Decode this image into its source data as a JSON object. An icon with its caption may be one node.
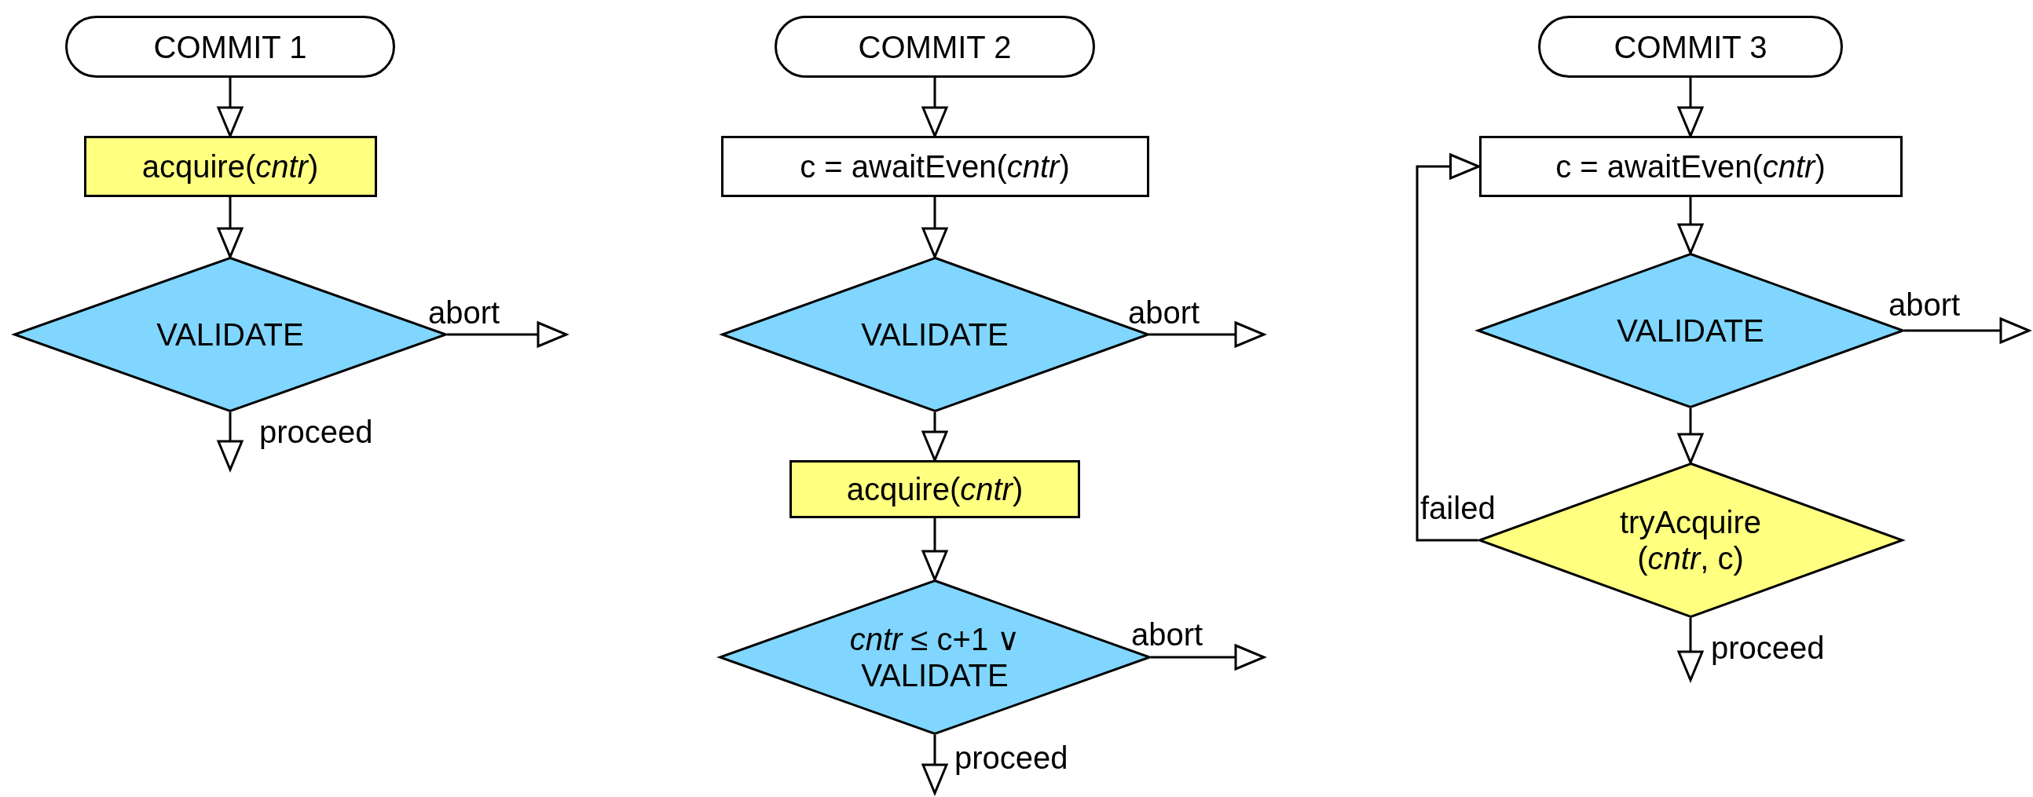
{
  "diagram": {
    "nodes": [
      {
        "text": [
          "COMMIT 1"
        ]
      },
      {
        "text": [
          "acquire(*cntr*)"
        ]
      },
      {
        "text": [
          "VALIDATE"
        ]
      },
      {
        "text": [
          "COMMIT 2"
        ]
      },
      {
        "text": [
          "c = awaitEven(*cntr*)"
        ]
      },
      {
        "text": [
          "VALIDATE"
        ]
      },
      {
        "text": [
          "acquire(*cntr*)"
        ]
      },
      {
        "text": [
          "*cntr* ≤ c+1 ∨ VALIDATE"
        ]
      },
      {
        "text": [
          "COMMIT 3"
        ]
      },
      {
        "text": [
          "c = awaitEven(*cntr*)"
        ]
      },
      {
        "text": [
          "VALIDATE"
        ]
      },
      {
        "text": [
          "tryAcquire (*cntr*, c)"
        ]
      }
    ],
    "edges": [
      {
        "from": 0,
        "to": 1,
        "arrow": "to"
      },
      {
        "from": 1,
        "to": 2,
        "arrow": "to"
      },
      {
        "from": 2,
        "to": null,
        "arrow": "to",
        "label": "abort"
      },
      {
        "from": 2,
        "to": null,
        "arrow": "to",
        "label": "proceed"
      },
      {
        "from": 3,
        "to": 4,
        "arrow": "to"
      },
      {
        "from": 4,
        "to": 5,
        "arrow": "to"
      },
      {
        "from": 5,
        "to": null,
        "arrow": "to",
        "label": "abort"
      },
      {
        "from": 5,
        "to": 6,
        "arrow": "to"
      },
      {
        "from": 6,
        "to": 7,
        "arrow": "to"
      },
      {
        "from": 7,
        "to": null,
        "arrow": "to",
        "label": "abort"
      },
      {
        "from": 7,
        "to": null,
        "arrow": "to",
        "label": "proceed"
      },
      {
        "from": 8,
        "to": 9,
        "arrow": "to"
      },
      {
        "from": 9,
        "to": 10,
        "arrow": "to"
      },
      {
        "from": 10,
        "to": null,
        "arrow": "to",
        "label": "abort"
      },
      {
        "from": 10,
        "to": 11,
        "arrow": "to"
      },
      {
        "from": 11,
        "to": 9,
        "arrow": "to",
        "label": "failed"
      },
      {
        "from": 11,
        "to": null,
        "arrow": "to",
        "label": "proceed"
      }
    ]
  }
}
